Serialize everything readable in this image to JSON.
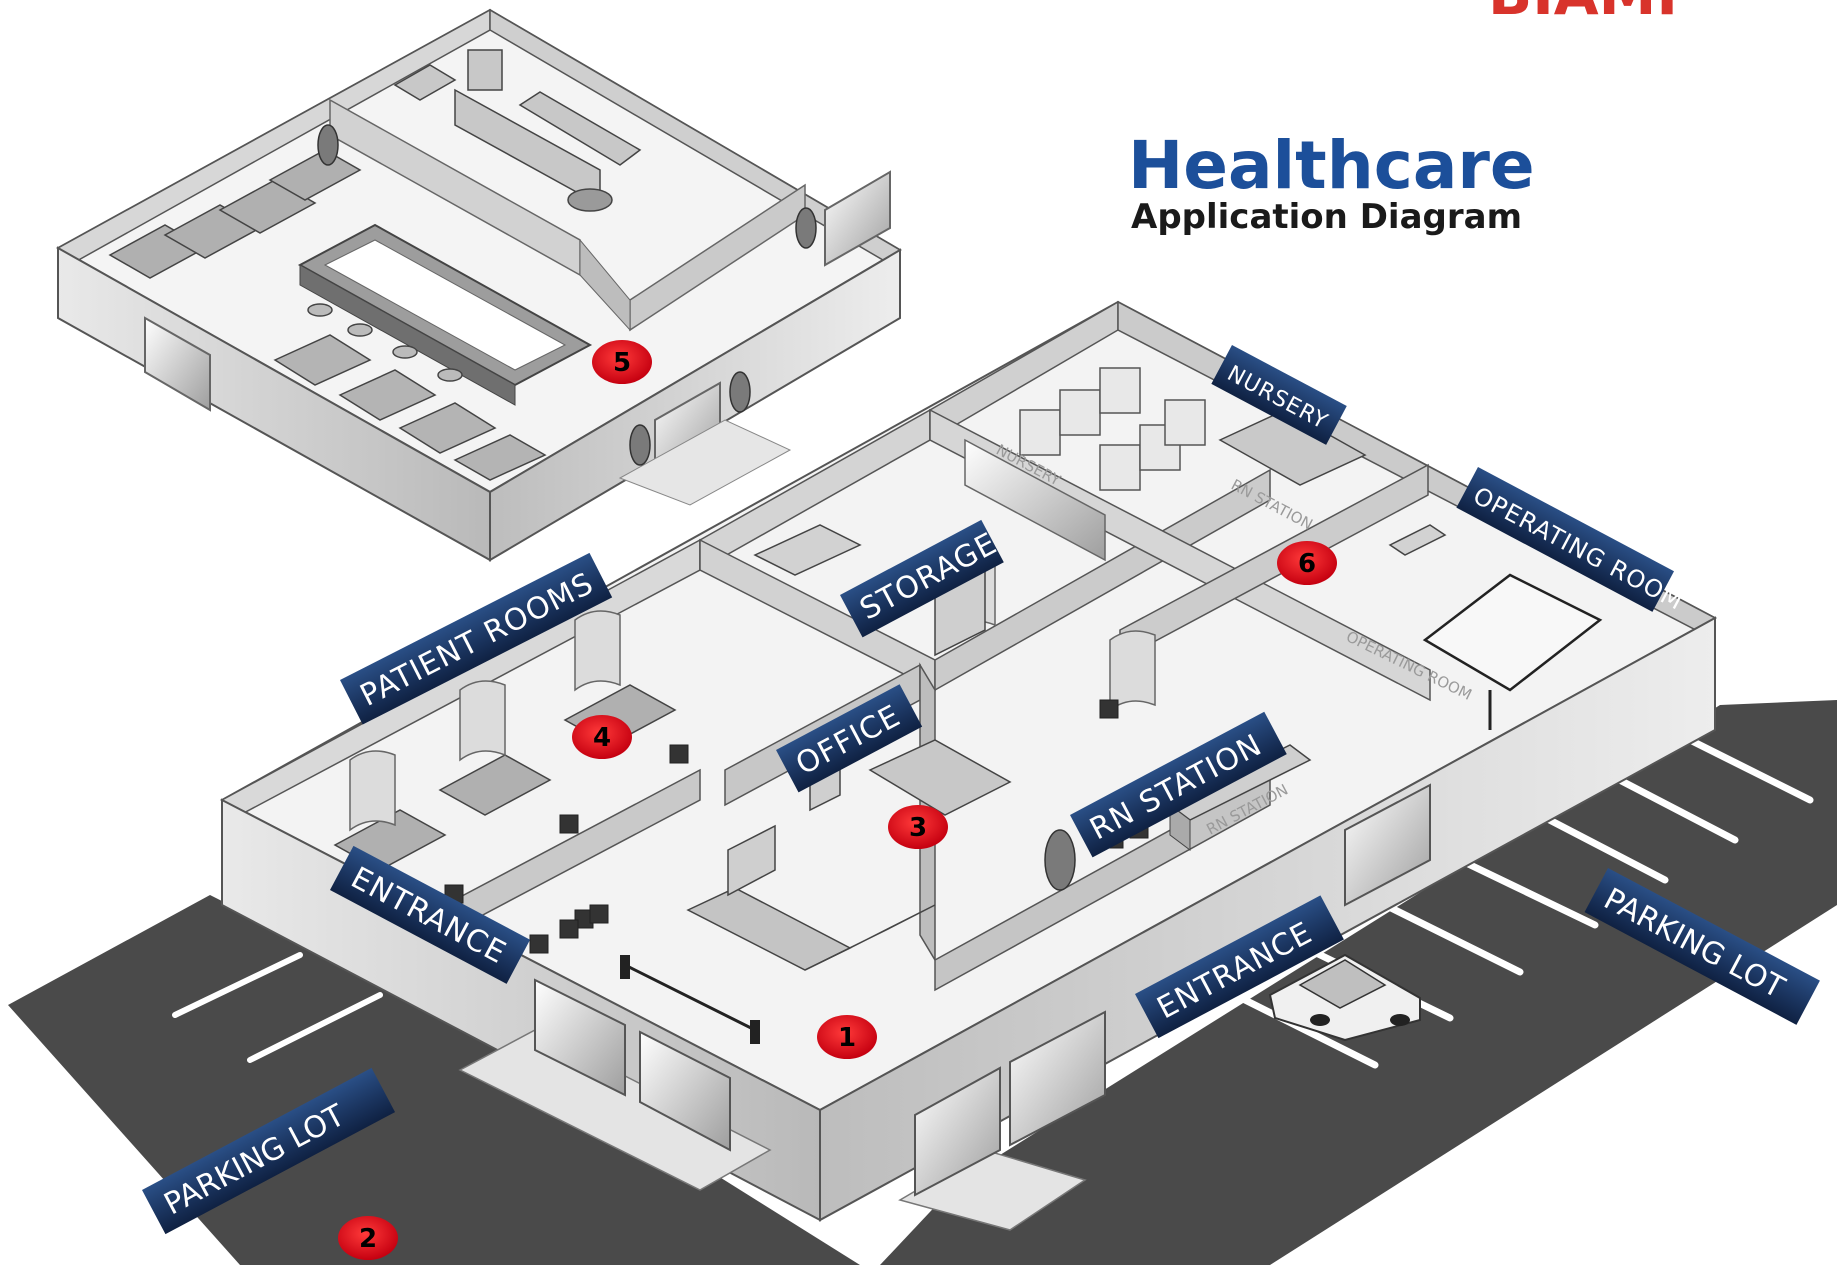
{
  "header": {
    "title": "Healthcare",
    "subtitle": "Application Diagram",
    "brand_text": "BIAMP"
  },
  "signs": {
    "nursery": "NURSERY",
    "operating_room": "OPERATING ROOM",
    "patient_rooms": "PATIENT ROOMS",
    "storage": "STORAGE",
    "office": "OFFICE",
    "rn_station": "RN STATION",
    "entrance_left": "ENTRANCE",
    "entrance_right": "ENTRANCE",
    "parking_lot_left": "PARKING LOT",
    "parking_lot_right": "PARKING LOT"
  },
  "room_labels": {
    "nursery": "NURSERY",
    "rn_station_nursery": "RN STATION",
    "operating_room": "OPERATING ROOM",
    "rn_station_front": "RN STATION"
  },
  "markers": {
    "m1": "1",
    "m2": "2",
    "m3": "3",
    "m4": "4",
    "m5": "5",
    "m6": "6"
  },
  "colors": {
    "title_blue": "#1c4f9a",
    "sign_blue": "#1e3a66",
    "marker_red": "#e3101a",
    "asphalt": "#4a4a4a",
    "floor": "#f2f2f2",
    "wall": "#c9c9c9"
  }
}
